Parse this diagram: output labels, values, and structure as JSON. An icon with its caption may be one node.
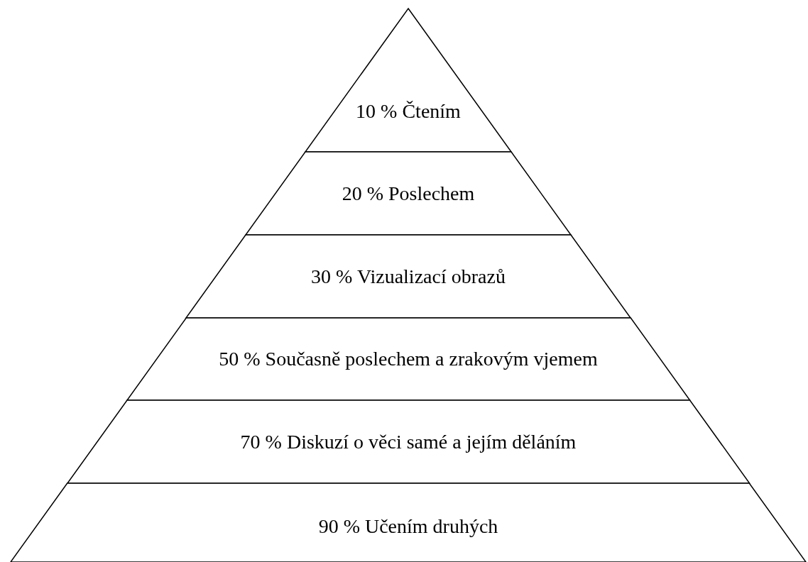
{
  "diagram": {
    "nodes": [
      {
        "text": [
          "10 % Čtením"
        ]
      },
      {
        "text": [
          "20 % Poslechem"
        ]
      },
      {
        "text": [
          "30 % Vizualizací obrazů"
        ]
      },
      {
        "text": [
          "50 % Současně poslechem a zrakovým vjemem"
        ]
      },
      {
        "text": [
          "70 % Diskuzí o věci samé a jejím děláním"
        ]
      },
      {
        "text": [
          "90 % Učením druhých"
        ]
      }
    ],
    "edges": []
  }
}
